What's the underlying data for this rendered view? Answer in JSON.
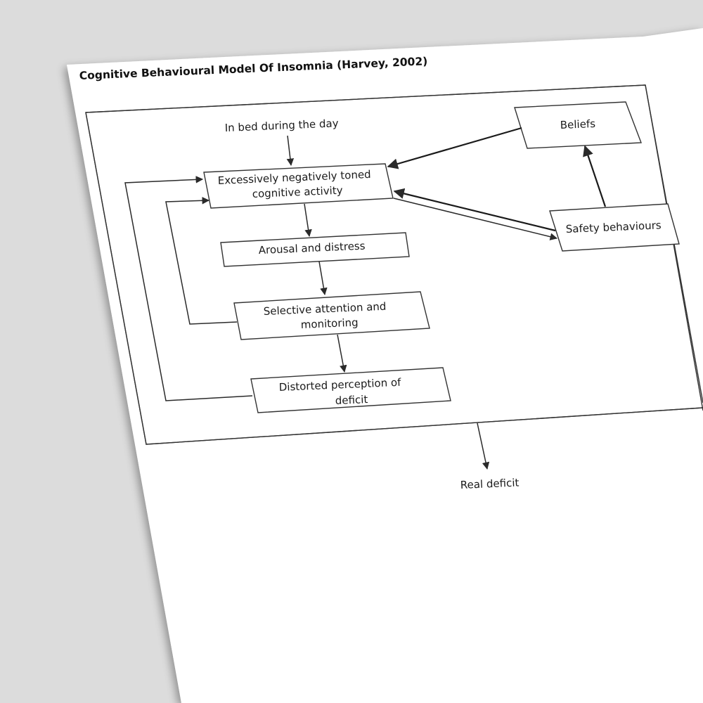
{
  "title": "Cognitive Behavioural Model Of Insomnia (Harvey, 2002)",
  "nodes": {
    "in_bed": "In bed during the day",
    "negative_activity": [
      "Excessively negatively toned",
      "cognitive activity"
    ],
    "arousal": "Arousal and distress",
    "selective_attention": [
      "Selective attention and",
      "monitoring"
    ],
    "distorted_perception": [
      "Distorted perception of",
      "deficit"
    ],
    "beliefs": "Beliefs",
    "safety_behaviours": "Safety behaviours",
    "real_deficit": "Real deficit"
  }
}
